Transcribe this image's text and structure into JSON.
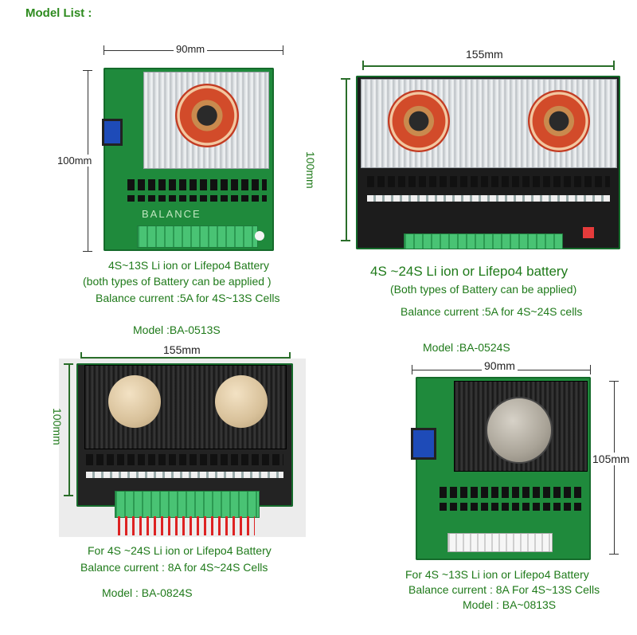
{
  "header": {
    "title": "Model List :"
  },
  "boards": [
    {
      "width_label": "90mm",
      "height_label": "100mm",
      "silkscreen": "BALANCE",
      "lines": [
        "4S~13S Li ion or Lifepo4 Battery",
        "(both types of Battery can be applied )",
        "Balance current :5A for 4S~13S Cells"
      ],
      "model": "Model :BA-0513S"
    },
    {
      "width_label": "155mm",
      "height_label": "100mm",
      "lines": [
        "4S ~24S Li ion or Lifepo4  battery",
        "(Both types of Battery can be applied)",
        "Balance current :5A for 4S~24S cells"
      ],
      "model": "Model :BA-0524S"
    },
    {
      "width_label": "155mm",
      "height_label": "100mm",
      "lines": [
        "For 4S ~24S Li ion or Lifepo4 Battery",
        "Balance current : 8A  for 4S~24S Cells"
      ],
      "model": "Model : BA-0824S"
    },
    {
      "width_label": "90mm",
      "height_label": "105mm",
      "lines": [
        "For 4S ~13S Li ion or Lifepo4 Battery",
        "Balance current :   8A For 4S~13S Cells"
      ],
      "model": "Model : BA~0813S"
    }
  ],
  "colors": {
    "label_green": "#1f7a1a",
    "pcb_green": "#1f8a3c"
  }
}
